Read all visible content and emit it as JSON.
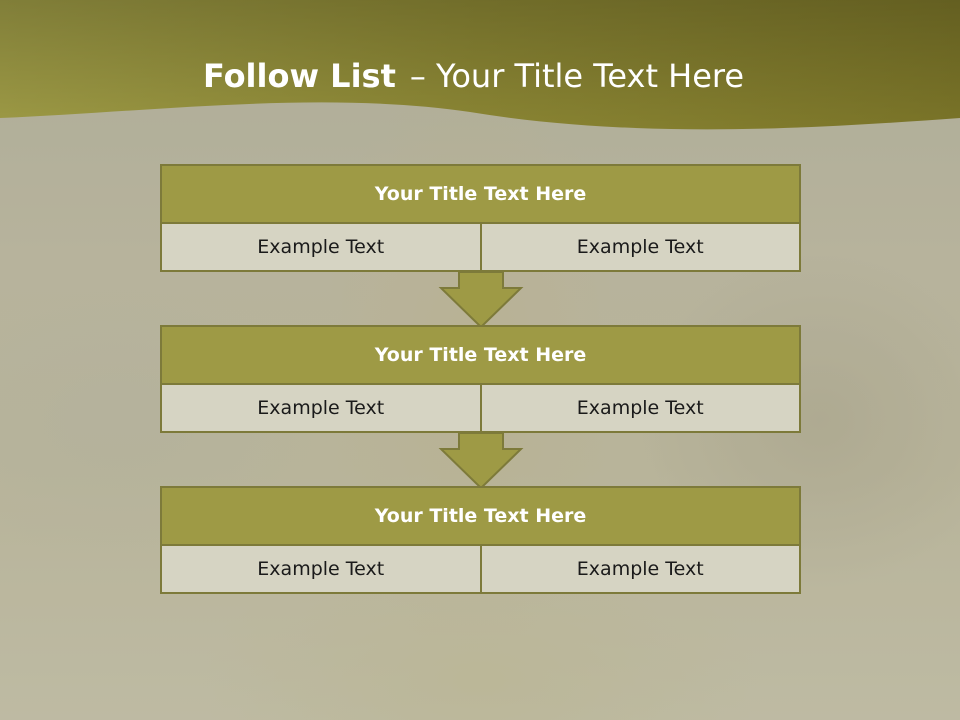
{
  "slide": {
    "title_bold": "Follow List",
    "title_rest": "– Your Title Text Here"
  },
  "steps": [
    {
      "title": "Your Title Text Here",
      "left": "Example Text",
      "right": "Example Text"
    },
    {
      "title": "Your Title Text Here",
      "left": "Example Text",
      "right": "Example Text"
    },
    {
      "title": "Your Title Text Here",
      "left": "Example Text",
      "right": "Example Text"
    }
  ],
  "colors": {
    "header_band": "#8f8b35",
    "box_header": "#9e9a45",
    "box_border": "#7d7a3a",
    "box_cell": "#d6d4c3"
  }
}
